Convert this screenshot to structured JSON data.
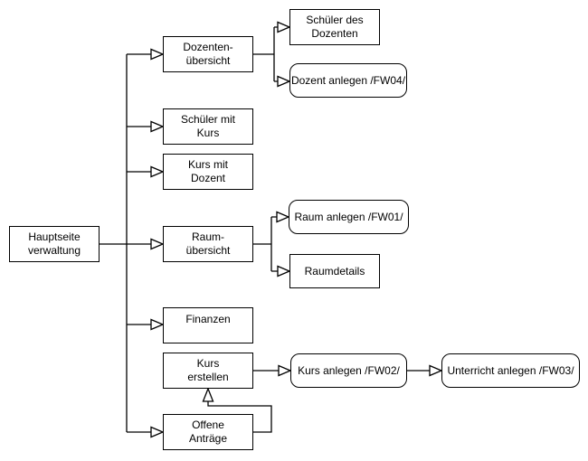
{
  "diagram": {
    "type": "flowchart-sitemap",
    "background_color": "#ffffff",
    "node_fill_color": "#ffffff",
    "stroke_color": "#000000",
    "text_color": "#000000",
    "arrow_style": "open-white-triangle",
    "nodes": {
      "hauptseite": {
        "label": "Hauptseite\nverwaltung",
        "shape": "rectangle"
      },
      "dozenten_uebersicht": {
        "label": "Dozenten-\nübersicht",
        "shape": "rectangle"
      },
      "schueler_mit_kurs": {
        "label": "Schüler mit\nKurs",
        "shape": "rectangle"
      },
      "kurs_mit_dozent": {
        "label": "Kurs mit\nDozent",
        "shape": "rectangle"
      },
      "raum_uebersicht": {
        "label": "Raum-\nübersicht",
        "shape": "rectangle"
      },
      "finanzen": {
        "label": "Finanzen",
        "shape": "rectangle"
      },
      "kurs_erstellen": {
        "label": "Kurs\nerstellen",
        "shape": "rectangle"
      },
      "offene_antraege": {
        "label": "Offene\nAnträge",
        "shape": "rectangle"
      },
      "schueler_des_dozenten": {
        "label": "Schüler des\nDozenten",
        "shape": "rectangle"
      },
      "dozent_anlegen": {
        "label": "Dozent anlegen /FW04/",
        "shape": "rounded-rectangle"
      },
      "raum_anlegen": {
        "label": "Raum anlegen /FW01/",
        "shape": "rounded-rectangle"
      },
      "raumdetails": {
        "label": "Raumdetails",
        "shape": "rectangle"
      },
      "kurs_anlegen": {
        "label": "Kurs anlegen /FW02/",
        "shape": "rounded-rectangle"
      },
      "unterricht_anlegen": {
        "label": "Unterricht anlegen /FW03/",
        "shape": "rounded-rectangle"
      }
    },
    "edges": [
      {
        "from": "hauptseite",
        "to": "dozenten_uebersicht"
      },
      {
        "from": "hauptseite",
        "to": "schueler_mit_kurs"
      },
      {
        "from": "hauptseite",
        "to": "kurs_mit_dozent"
      },
      {
        "from": "hauptseite",
        "to": "raum_uebersicht"
      },
      {
        "from": "hauptseite",
        "to": "finanzen"
      },
      {
        "from": "hauptseite",
        "to": "offene_antraege"
      },
      {
        "from": "dozenten_uebersicht",
        "to": "schueler_des_dozenten"
      },
      {
        "from": "dozenten_uebersicht",
        "to": "dozent_anlegen"
      },
      {
        "from": "raum_uebersicht",
        "to": "raum_anlegen"
      },
      {
        "from": "raum_uebersicht",
        "to": "raumdetails"
      },
      {
        "from": "kurs_erstellen",
        "to": "kurs_anlegen"
      },
      {
        "from": "kurs_anlegen",
        "to": "unterricht_anlegen"
      },
      {
        "from": "offene_antraege",
        "to": "kurs_erstellen"
      }
    ]
  }
}
